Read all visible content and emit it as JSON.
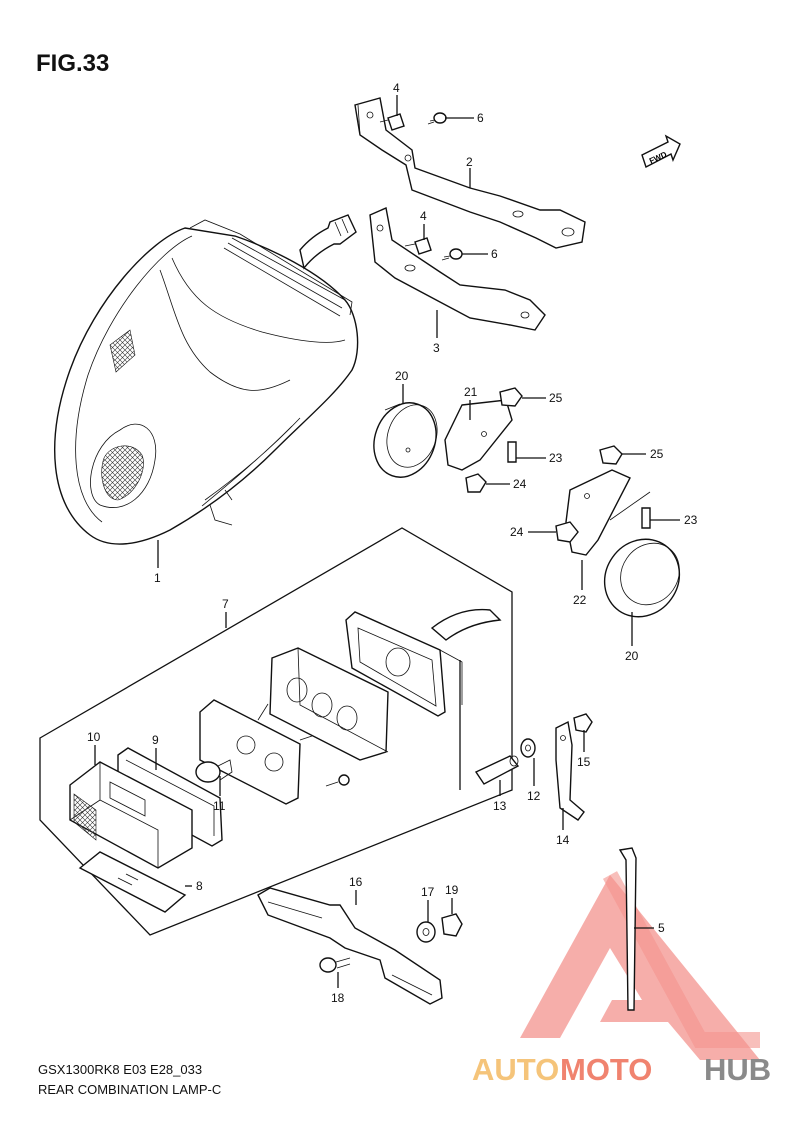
{
  "figure": {
    "title": "FIG.33",
    "model_code": "GSX1300RK8 E03 E28_033",
    "assembly_name": "REAR COMBINATION LAMP-C",
    "fwd_label": "FWD"
  },
  "watermark": {
    "text_part1": "AUTO",
    "text_part2": "MOTO",
    "text_part3": "HUB",
    "colors": {
      "part1": "#f5c47a",
      "part2": "#f0836f",
      "part3": "#8a8a8a",
      "triangle": "#f2807a"
    }
  },
  "callouts": [
    {
      "id": "c1",
      "label": "1"
    },
    {
      "id": "c2",
      "label": "2"
    },
    {
      "id": "c3",
      "label": "3"
    },
    {
      "id": "c4a",
      "label": "4"
    },
    {
      "id": "c4b",
      "label": "4"
    },
    {
      "id": "c5",
      "label": "5"
    },
    {
      "id": "c6a",
      "label": "6"
    },
    {
      "id": "c6b",
      "label": "6"
    },
    {
      "id": "c7",
      "label": "7"
    },
    {
      "id": "c8",
      "label": "8"
    },
    {
      "id": "c9",
      "label": "9"
    },
    {
      "id": "c10",
      "label": "10"
    },
    {
      "id": "c11",
      "label": "11"
    },
    {
      "id": "c12",
      "label": "12"
    },
    {
      "id": "c13",
      "label": "13"
    },
    {
      "id": "c14",
      "label": "14"
    },
    {
      "id": "c15",
      "label": "15"
    },
    {
      "id": "c16",
      "label": "16"
    },
    {
      "id": "c17",
      "label": "17"
    },
    {
      "id": "c18",
      "label": "18"
    },
    {
      "id": "c19",
      "label": "19"
    },
    {
      "id": "c20a",
      "label": "20"
    },
    {
      "id": "c20b",
      "label": "20"
    },
    {
      "id": "c21",
      "label": "21"
    },
    {
      "id": "c22",
      "label": "22"
    },
    {
      "id": "c23a",
      "label": "23"
    },
    {
      "id": "c23b",
      "label": "23"
    },
    {
      "id": "c24a",
      "label": "24"
    },
    {
      "id": "c24b",
      "label": "24"
    },
    {
      "id": "c25a",
      "label": "25"
    },
    {
      "id": "c25b",
      "label": "25"
    }
  ]
}
